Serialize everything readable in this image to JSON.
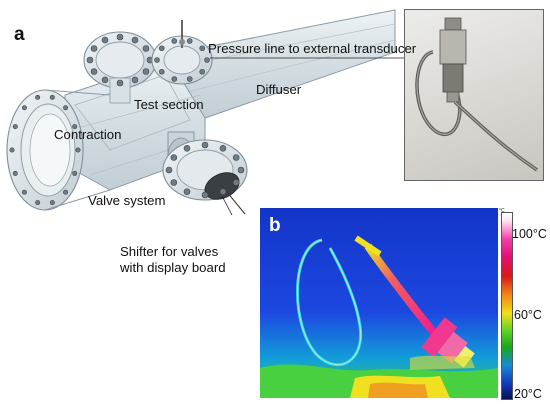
{
  "panels": {
    "a": "a",
    "b": "b"
  },
  "labels": {
    "pressure_line": "Pressure line to external transducer",
    "test_section": "Test section",
    "diffuser": "Diffuser",
    "contraction": "Contraction",
    "valve_system": "Valve system",
    "shifter_line1": "Shifter for valves",
    "shifter_line2": "with display board"
  },
  "thermal_scale": {
    "unit_tick": "°C",
    "labels": [
      "100°C",
      "60°C",
      "20°C"
    ]
  },
  "colors": {
    "tube_outline": "#8a9aa6",
    "tube_fill": "#dfe8ec",
    "thermal_bg": "#1838d8"
  }
}
